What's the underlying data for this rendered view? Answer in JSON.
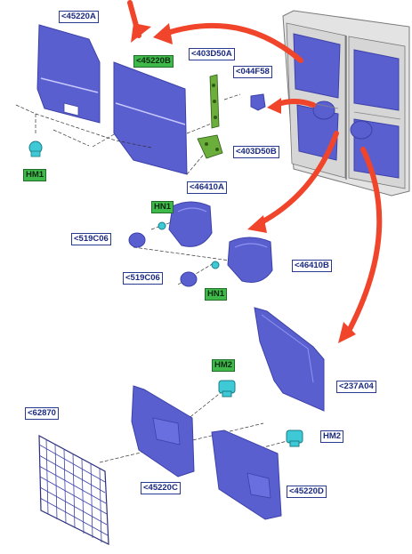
{
  "labels": {
    "p45220A": "<45220A",
    "p45220B": "<45220B",
    "p403D50A": "<403D50A",
    "p044F58": "<044F58",
    "p403D50B": "<403D50B",
    "hm1": "HM1",
    "hn1_top": "HN1",
    "p46410A": "<46410A",
    "p519C06_top": "<519C06",
    "p519C06_bottom": "<519C06",
    "p46410B": "<46410B",
    "hn1_bottom": "HN1",
    "hm2_upper": "HM2",
    "p237A04": "<237A04",
    "p62870": "<62870",
    "hm2_right": "HM2",
    "p45220C": "<45220C",
    "p45220D": "<45220D"
  },
  "colors": {
    "panel": "#5a5fd0",
    "panel_dark": "#3c41a8",
    "highlight": "#f0442b",
    "callout_text": "#1b2a80",
    "selected_callout": "#3fb94a",
    "fastener": "#3ec9d6",
    "bracket": "#6cae3c",
    "van_body": "#dcdcdc"
  }
}
